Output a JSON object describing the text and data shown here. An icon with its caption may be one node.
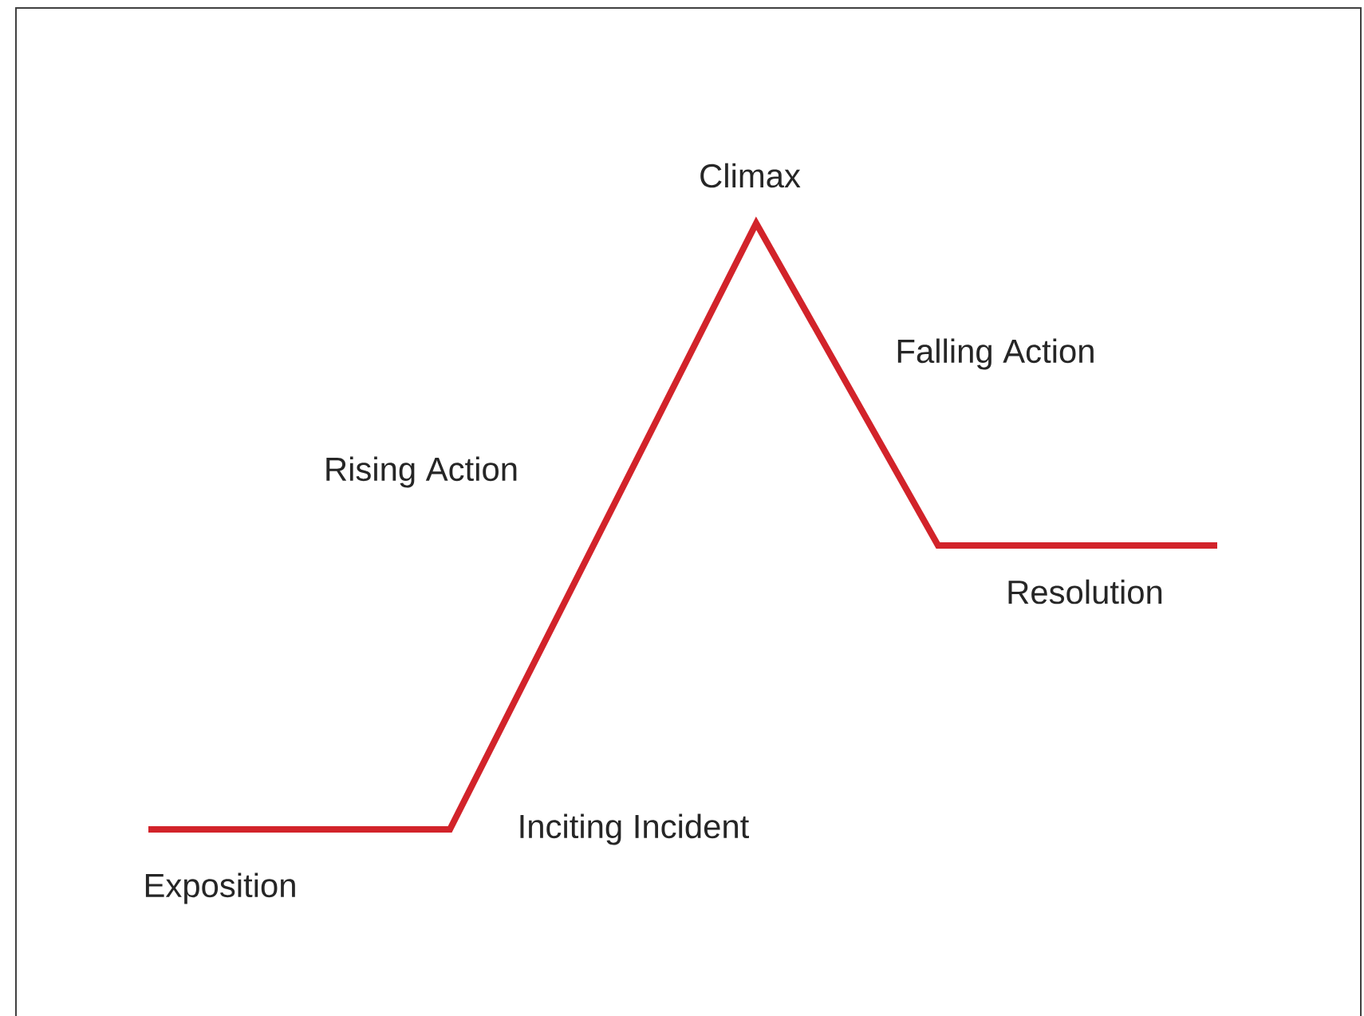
{
  "diagram": {
    "labels": [
      "Climax",
      "Falling Action",
      "Rising Action",
      "Resolution",
      "Inciting Incident",
      "Exposition"
    ]
  }
}
